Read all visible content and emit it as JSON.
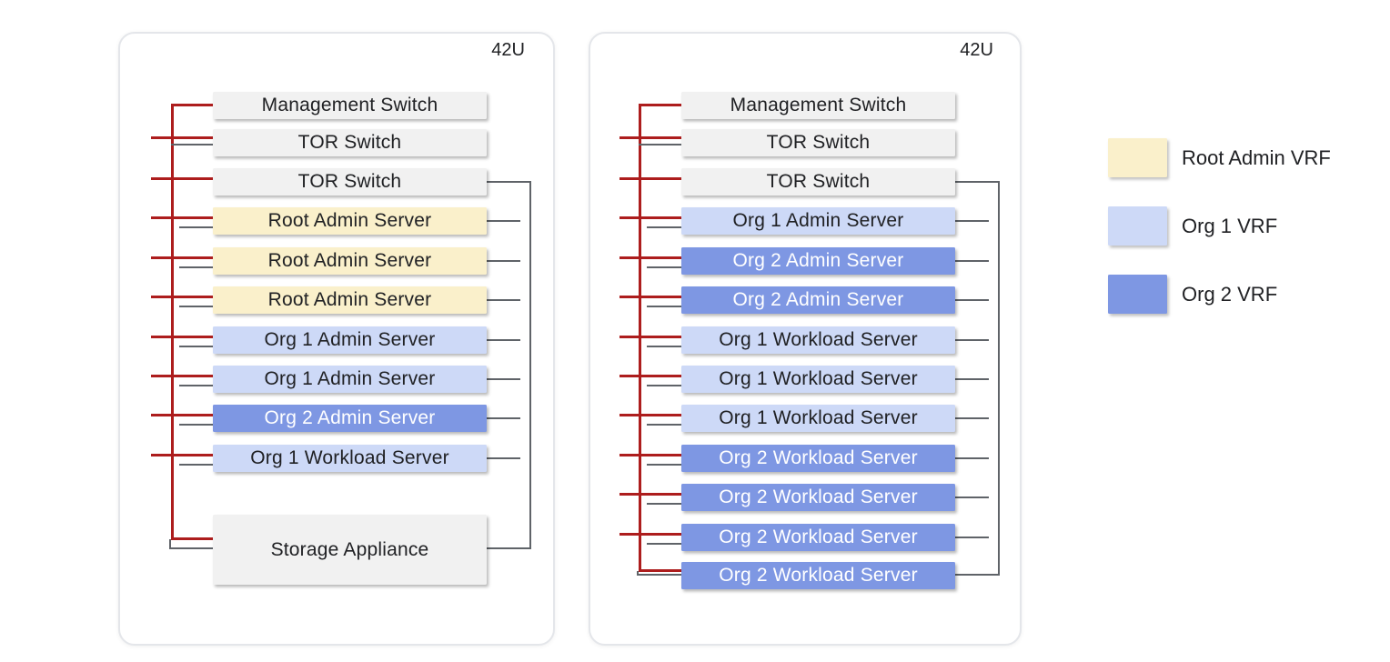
{
  "colors": {
    "red_line": "#ad1d1d",
    "gray_line": "#5f6368",
    "switch_fill": "#f1f1f1",
    "storage_fill": "#f1f1f1",
    "root_fill": "#faf0cb",
    "org1_fill": "#cdd9f7",
    "org2_fill": "#7e97e3",
    "dark_text": "#202124",
    "light_text": "#ffffff"
  },
  "racks": [
    {
      "capacity_label": "42U",
      "rows": [
        {
          "label": "Management Switch",
          "type": "switch"
        },
        {
          "label": "TOR Switch",
          "type": "switch"
        },
        {
          "label": "TOR Switch",
          "type": "switch"
        },
        {
          "label": "Root Admin Server",
          "type": "root"
        },
        {
          "label": "Root Admin Server",
          "type": "root"
        },
        {
          "label": "Root Admin Server",
          "type": "root"
        },
        {
          "label": "Org 1 Admin Server",
          "type": "org1"
        },
        {
          "label": "Org 1 Admin Server",
          "type": "org1"
        },
        {
          "label": "Org 2 Admin Server",
          "type": "org2"
        },
        {
          "label": "Org 1 Workload Server",
          "type": "org1"
        },
        {
          "label": "Storage Appliance",
          "type": "storage"
        }
      ]
    },
    {
      "capacity_label": "42U",
      "rows": [
        {
          "label": "Management Switch",
          "type": "switch"
        },
        {
          "label": "TOR Switch",
          "type": "switch"
        },
        {
          "label": "TOR Switch",
          "type": "switch"
        },
        {
          "label": "Org 1 Admin Server",
          "type": "org1"
        },
        {
          "label": "Org 2 Admin Server",
          "type": "org2"
        },
        {
          "label": "Org 2 Admin Server",
          "type": "org2"
        },
        {
          "label": "Org 1 Workload Server",
          "type": "org1"
        },
        {
          "label": "Org 1 Workload Server",
          "type": "org1"
        },
        {
          "label": "Org 1 Workload Server",
          "type": "org1"
        },
        {
          "label": "Org 2 Workload Server",
          "type": "org2"
        },
        {
          "label": "Org 2 Workload Server",
          "type": "org2"
        },
        {
          "label": "Org 2 Workload Server",
          "type": "org2"
        },
        {
          "label": "Org 2 Workload Server",
          "type": "org2"
        }
      ]
    }
  ],
  "legend": {
    "items": [
      {
        "label": "Root Admin VRF",
        "type": "root"
      },
      {
        "label": "Org 1 VRF",
        "type": "org1"
      },
      {
        "label": "Org 2 VRF",
        "type": "org2"
      }
    ]
  }
}
